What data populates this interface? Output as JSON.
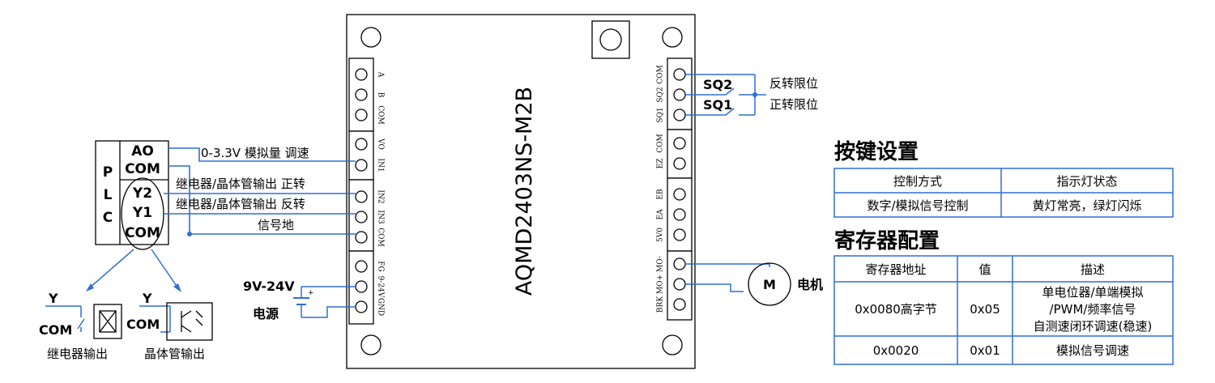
{
  "board": {
    "model": "AQMD2403NS-M2B",
    "left_terminals": [
      {
        "group": "comm",
        "labels": [
          "A",
          "B",
          "COM"
        ]
      },
      {
        "group": "analog",
        "labels": [
          "VO",
          "IN1"
        ]
      },
      {
        "group": "digital",
        "labels": [
          "IN2",
          "IN3",
          "COM"
        ]
      },
      {
        "group": "power",
        "labels": [
          "FG",
          "9-24V",
          "GND"
        ]
      }
    ],
    "right_terminals": [
      {
        "group": "limit",
        "labels": [
          "COM",
          "SQ2",
          "SQ1"
        ]
      },
      {
        "group": "ez",
        "labels": [
          "COM",
          "EZ"
        ]
      },
      {
        "group": "encoder",
        "labels": [
          "EB",
          "EA",
          "5V0"
        ]
      },
      {
        "group": "motor",
        "labels": [
          "MO-",
          "MO+",
          "BRK"
        ]
      }
    ]
  },
  "plc": {
    "letters": [
      "P",
      "L",
      "C"
    ],
    "ao": "AO",
    "com_top": "COM",
    "y2": "Y2",
    "y1": "Y1",
    "com_bottom": "COM"
  },
  "wires": {
    "analog": "0-3.3V 模拟量 调速",
    "forward": "继电器/晶体管输出 正转",
    "reverse": "继电器/晶体管输出 反转",
    "signal_ground": "信号地"
  },
  "outputs": {
    "relay": {
      "y": "Y",
      "com": "COM",
      "caption": "继电器输出"
    },
    "transistor": {
      "y": "Y",
      "com": "COM",
      "caption": "晶体管输出"
    }
  },
  "power": {
    "voltage": "9V-24V",
    "label": "电源"
  },
  "limits": {
    "sq2": "SQ2",
    "sq2_label": "反转限位",
    "sq1": "SQ1",
    "sq1_label": "正转限位"
  },
  "motor": {
    "symbol": "M",
    "label": "电机"
  },
  "key_settings": {
    "title": "按键设置",
    "headers": [
      "控制方式",
      "指示灯状态"
    ],
    "rows": [
      [
        "数字/模拟信号控制",
        "黄灯常亮，绿灯闪烁"
      ]
    ]
  },
  "register_config": {
    "title": "寄存器配置",
    "headers": [
      "寄存器地址",
      "值",
      "描述"
    ],
    "rows": [
      {
        "address": "0x0080高字节",
        "value": "0x05",
        "desc_lines": [
          "单电位器/单端模拟",
          "/PWM/频率信号",
          "自测速闭环调速(稳速)"
        ]
      },
      {
        "address": "0x0020",
        "value": "0x01",
        "desc_lines": [
          "模拟信号调速"
        ]
      }
    ]
  },
  "colors": {
    "wire": "#2f6fd6",
    "line": "#000000"
  }
}
